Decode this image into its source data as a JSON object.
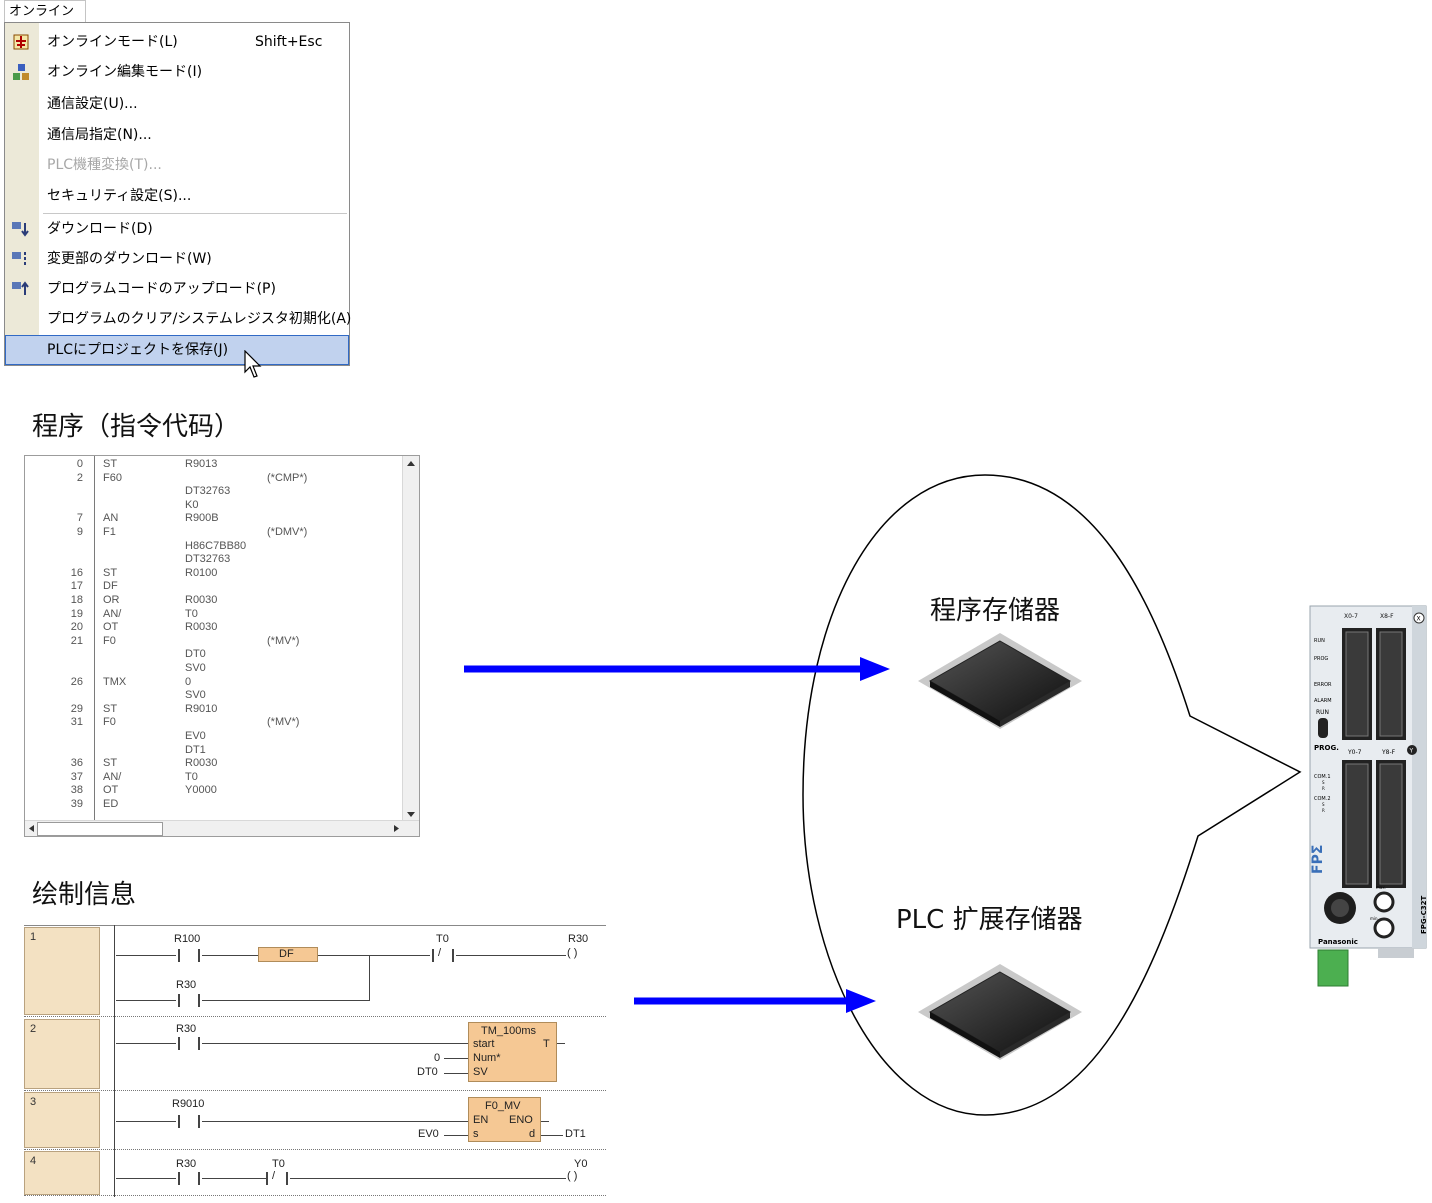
{
  "menu": {
    "tab_label": "オンライン(L)",
    "items": [
      {
        "label": "オンラインモード(L)",
        "shortcut": "Shift+Esc",
        "icon": "online-mode-icon",
        "disabled": false,
        "highlighted": false
      },
      {
        "label": "オンライン編集モード(I)",
        "shortcut": "",
        "icon": "online-edit-icon",
        "disabled": false,
        "highlighted": false
      },
      {
        "label": "通信設定(U)...",
        "shortcut": "",
        "icon": "",
        "disabled": false,
        "highlighted": false
      },
      {
        "label": "通信局指定(N)...",
        "shortcut": "",
        "icon": "",
        "disabled": false,
        "highlighted": false
      },
      {
        "label": "PLC機種変換(T)...",
        "shortcut": "",
        "icon": "",
        "disabled": true,
        "highlighted": false
      },
      {
        "label": "セキュリティ設定(S)...",
        "shortcut": "",
        "icon": "",
        "disabled": false,
        "highlighted": false
      },
      {
        "label": "ダウンロード(D)",
        "shortcut": "",
        "icon": "download-icon",
        "disabled": false,
        "highlighted": false
      },
      {
        "label": "変更部のダウンロード(W)",
        "shortcut": "",
        "icon": "download-changes-icon",
        "disabled": false,
        "highlighted": false
      },
      {
        "label": "プログラムコードのアップロード(P)",
        "shortcut": "",
        "icon": "upload-icon",
        "disabled": false,
        "highlighted": false
      },
      {
        "label": "プログラムのクリア/システムレジスタ初期化(A)",
        "shortcut": "",
        "icon": "",
        "disabled": false,
        "highlighted": false
      },
      {
        "label": "PLCにプロジェクトを保存(J)",
        "shortcut": "",
        "icon": "",
        "disabled": false,
        "highlighted": true
      }
    ]
  },
  "headings": {
    "program": "程序（指令代码）",
    "drawing": "绘制信息"
  },
  "code_listing": [
    {
      "n": "0",
      "op": "ST",
      "arg": "R9013",
      "cmt": ""
    },
    {
      "n": "2",
      "op": "F60",
      "arg": "",
      "cmt": "(*CMP*)"
    },
    {
      "n": "",
      "op": "",
      "arg": "DT32763",
      "cmt": ""
    },
    {
      "n": "",
      "op": "",
      "arg": "K0",
      "cmt": ""
    },
    {
      "n": "7",
      "op": "AN",
      "arg": "R900B",
      "cmt": ""
    },
    {
      "n": "9",
      "op": "F1",
      "arg": "",
      "cmt": "(*DMV*)"
    },
    {
      "n": "",
      "op": "",
      "arg": "H86C7BB80",
      "cmt": ""
    },
    {
      "n": "",
      "op": "",
      "arg": "DT32763",
      "cmt": ""
    },
    {
      "n": "16",
      "op": "ST",
      "arg": "R0100",
      "cmt": ""
    },
    {
      "n": "17",
      "op": "DF",
      "arg": "",
      "cmt": ""
    },
    {
      "n": "18",
      "op": "OR",
      "arg": "R0030",
      "cmt": ""
    },
    {
      "n": "19",
      "op": "AN/",
      "arg": "T0",
      "cmt": ""
    },
    {
      "n": "20",
      "op": "OT",
      "arg": "R0030",
      "cmt": ""
    },
    {
      "n": "21",
      "op": "F0",
      "arg": "",
      "cmt": "(*MV*)"
    },
    {
      "n": "",
      "op": "",
      "arg": "DT0",
      "cmt": ""
    },
    {
      "n": "",
      "op": "",
      "arg": "SV0",
      "cmt": ""
    },
    {
      "n": "26",
      "op": "TMX",
      "arg": "0",
      "cmt": ""
    },
    {
      "n": "",
      "op": "",
      "arg": "SV0",
      "cmt": ""
    },
    {
      "n": "29",
      "op": "ST",
      "arg": "R9010",
      "cmt": ""
    },
    {
      "n": "31",
      "op": "F0",
      "arg": "",
      "cmt": "(*MV*)"
    },
    {
      "n": "",
      "op": "",
      "arg": "EV0",
      "cmt": ""
    },
    {
      "n": "",
      "op": "",
      "arg": "DT1",
      "cmt": ""
    },
    {
      "n": "36",
      "op": "ST",
      "arg": "R0030",
      "cmt": ""
    },
    {
      "n": "37",
      "op": "AN/",
      "arg": "T0",
      "cmt": ""
    },
    {
      "n": "38",
      "op": "OT",
      "arg": "Y0000",
      "cmt": ""
    },
    {
      "n": "39",
      "op": "ED",
      "arg": "",
      "cmt": ""
    }
  ],
  "ladder": {
    "rungs": [
      "1",
      "2",
      "3",
      "4"
    ],
    "r1": {
      "c1": "R100",
      "c2": "R30",
      "df": "DF",
      "nc": "T0",
      "coil": "R30"
    },
    "r2": {
      "c1": "R30",
      "title": "TM_100ms",
      "start": "start",
      "t": "T",
      "num": "Num*",
      "sv": "SV",
      "in_num": "0",
      "in_sv": "DT0"
    },
    "r3": {
      "c1": "R9010",
      "title": "F0_MV",
      "en": "EN",
      "eno": "ENO",
      "s": "s",
      "d": "d",
      "in_s": "EV0",
      "out_d": "DT1"
    },
    "r4": {
      "c1": "R30",
      "nc": "T0",
      "coil": "Y0"
    }
  },
  "memory": {
    "program_memory": "程序存储器",
    "ext_memory": "PLC 扩展存储器"
  },
  "plc": {
    "brand": "Panasonic",
    "model": "FPG-C32T",
    "series": "FPΣ",
    "x_low": "X0-7",
    "x_high": "X8-F",
    "y_low": "Y0-7",
    "y_high": "Y8-F",
    "run": "RUN",
    "prog": "PROG",
    "error": "ERROR",
    "alarm": "ALARM",
    "switch_run": "RUN",
    "switch_prog": "PROG.",
    "com1": "COM.1",
    "com2": "COM.2",
    "s": "S",
    "r": "R",
    "x_badge": "X",
    "y_badge": "Y",
    "pot_max": "max.",
    "pot_min": "min."
  },
  "colors": {
    "arrow": "#0000ff",
    "menu_highlight": "#c1d2ee",
    "ladder_box": "#f5c894"
  }
}
